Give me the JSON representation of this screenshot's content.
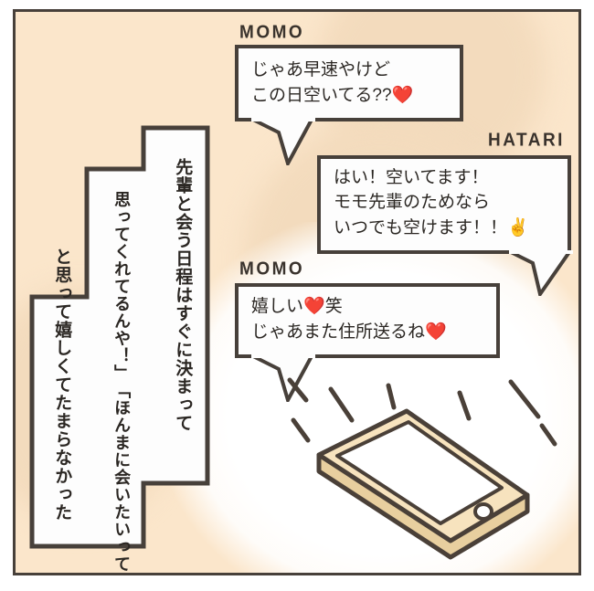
{
  "panel": {
    "background_color": "#FBE6CB",
    "border_color": "#47403A",
    "glow_color": "#FFFFFF"
  },
  "narration": {
    "columns": [
      {
        "id": "col-1",
        "text": "先輩と会う日程はすぐに決まって"
      },
      {
        "id": "col-2",
        "line_a": "「ほんまに会いたいって",
        "line_b": "思ってくれてるんや！」"
      },
      {
        "id": "col-3",
        "text": "と思って嬉しくてたまらなかった"
      }
    ]
  },
  "messages": [
    {
      "speaker": "MOMO",
      "text": "じゃあ早速やけど\nこの日空いてる??",
      "emoji": "❤️",
      "emoji_name": "heart-emoji"
    },
    {
      "speaker": "HATARI",
      "text": "はい！空いてます！\nモモ先輩のためなら\nいつでも空けます！！",
      "emoji": "✌️",
      "emoji_name": "peace-hand-emoji"
    },
    {
      "speaker": "MOMO",
      "line1": "嬉しい",
      "line1_emoji": "❤️",
      "line1_tail": "笑",
      "line2": "じゃあまた住所送るね",
      "line2_emoji": "❤️",
      "emoji_name": "heart-emoji"
    }
  ],
  "illustration": {
    "name": "smartphone",
    "body_color": "#F7E3BE",
    "screen_color": "#FFFFFF",
    "outline_color": "#4A4038",
    "sparkle_count": 8
  }
}
